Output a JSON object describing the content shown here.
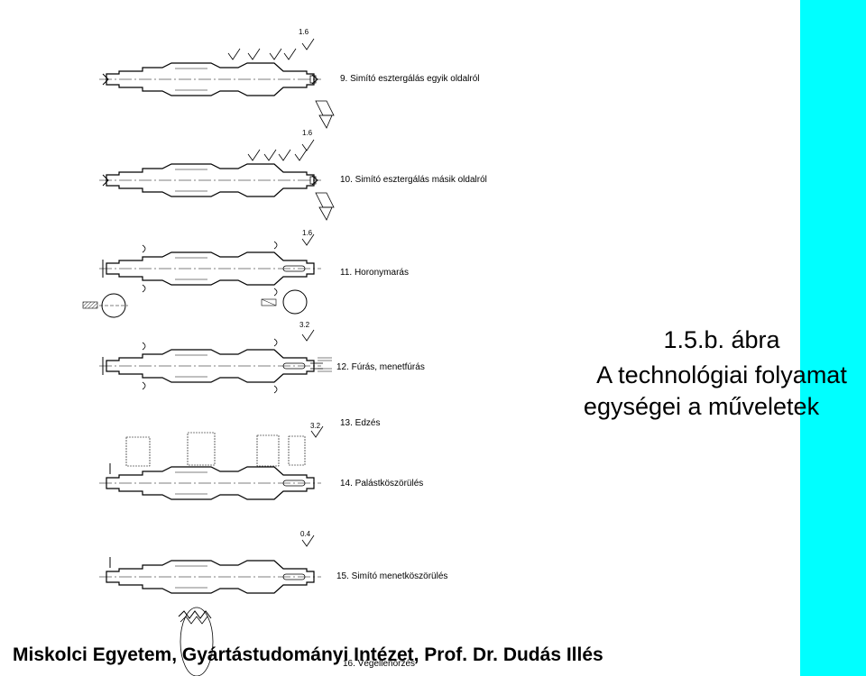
{
  "caption": {
    "figure_number": "1.5.b. ábra",
    "line1": "A technológiai folyamat",
    "line2": "egységei a műveletek"
  },
  "operations": [
    {
      "label": "9. Simító esztergálás egyik oldalról",
      "roughness": "1.6"
    },
    {
      "label": "10. Simító esztergálás másik oldalról",
      "roughness": "1.6"
    },
    {
      "label": "11. Horonymarás",
      "roughness": "1.6"
    },
    {
      "label": "12. Fúrás, menetfúrás",
      "roughness": "3.2"
    },
    {
      "label": "13. Edzés",
      "roughness": "3.2"
    },
    {
      "label": "14. Palástköszörülés",
      "roughness": ""
    },
    {
      "label": "15. Simító menetköszörülés",
      "roughness": "0.4"
    },
    {
      "label": "16. Végellenőrzés",
      "roughness": ""
    }
  ],
  "footer": "Miskolci Egyetem, Gyártástudományi Intézet, Prof. Dr. Dudás Illés",
  "colors": {
    "accent_bar": "#00ffff",
    "line": "#000000"
  }
}
